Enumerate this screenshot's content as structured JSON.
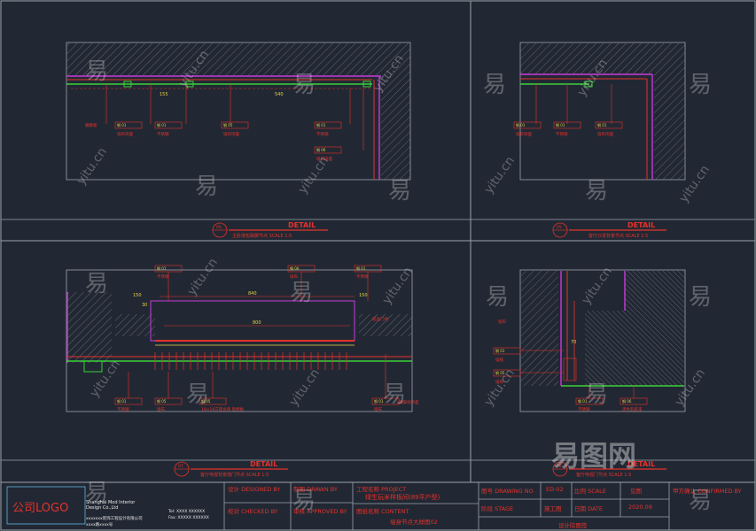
{
  "details": [
    {
      "title": "DETAIL",
      "number": "05",
      "subtitle": "主卧墙包踢脚节点 SCALE 1:5"
    },
    {
      "title": "DETAIL",
      "number": "05",
      "subtitle": "客厅沙发背景节点 SCALE 1:5"
    },
    {
      "title": "DETAIL",
      "number": "07",
      "subtitle": "客厅电视背景墙门节点 SCALE 1:5"
    },
    {
      "title": "DETAIL",
      "number": "08",
      "subtitle": "客厅电视门节点 SCALE 1:5"
    }
  ],
  "panel1": {
    "dims": [
      "155",
      "540"
    ],
    "tags": [
      "钢  01",
      "钢  01",
      "钢  05",
      "钢  01",
      "钢  06",
      "钢  01"
    ],
    "notes": [
      "踢脚板",
      "墙布饰面",
      "不锈钢",
      "墙布饰面",
      "不锈钢",
      "墙布饰面"
    ]
  },
  "panel2": {
    "tags": [
      "钢  01",
      "钢  01",
      "钢  01"
    ],
    "notes": [
      "墙布饰面",
      "不锈钢",
      "墙布饰面"
    ]
  },
  "panel3": {
    "dims": [
      "840",
      "800",
      "150",
      "150",
      "30"
    ],
    "tags_top": [
      "钢  01",
      "钢  06",
      "钢  01"
    ],
    "notes_top": [
      "不锈钢",
      "墙布",
      "不锈钢"
    ],
    "tags_bottom": [
      "钢  01",
      "钢  05",
      "钢  05",
      "钢  01"
    ],
    "notes_bottom": [
      "不锈钢",
      "墙布",
      "18×18方管龙骨 阻燃板",
      "墙布"
    ],
    "right_notes": [
      "成品门线",
      "踢脚线饰面"
    ]
  },
  "panel4": {
    "dims": [
      "70"
    ],
    "tags": [
      "钢  01",
      "钢  05",
      "钢  01",
      "钢  06"
    ],
    "notes": [
      "墙布",
      "墙纸",
      "墙布",
      "不锈钢",
      "黑色乳胶漆"
    ]
  },
  "title_block": {
    "logo": "公司LOGO",
    "company_en": "Shanghai Mod Interior Design Co.,Ltd",
    "company_cn": "xxxxxxx装饰工程设计有限公司",
    "address": "xxxx路xxxx号",
    "tel": "Tel: XXXX XXXXXX",
    "fax": "Fax: XXXXX XXXXXX",
    "designed_by": "设计 DESIGNED BY",
    "drawn_by": "制图 DRAWN BY",
    "checked_by": "校对 CHECKED BY",
    "approved_by": "审核 APPROVED BY",
    "project_label": "工程名称 PROJECT",
    "project_value": "绿生玩米样板间(89平户型)",
    "content_label": "图纸名称 CONTENT",
    "content_value": "墙身节点大样图02",
    "drawing_no_label": "图号 DRAWING NO",
    "drawing_no_value": "ED-02",
    "scale_label": "比例 SCALE",
    "scale_value": "见图",
    "stage_label": "阶段 STAGE",
    "stage_value": "施工图",
    "date_label": "日期 DATE",
    "date_value": "2020.09",
    "confirmed_label": "甲方确认 CONFIRMED BY",
    "institute": "设计院图签"
  },
  "watermarks": [
    "易",
    "yitu.cn",
    "易图网"
  ],
  "colors": {
    "background": "#222833",
    "frame": "#9aa3ad",
    "red": "#e5312c",
    "yellow": "#e8d24a",
    "green": "#3ad13a",
    "magenta": "#c93adb",
    "orange": "#ff7a1a"
  }
}
